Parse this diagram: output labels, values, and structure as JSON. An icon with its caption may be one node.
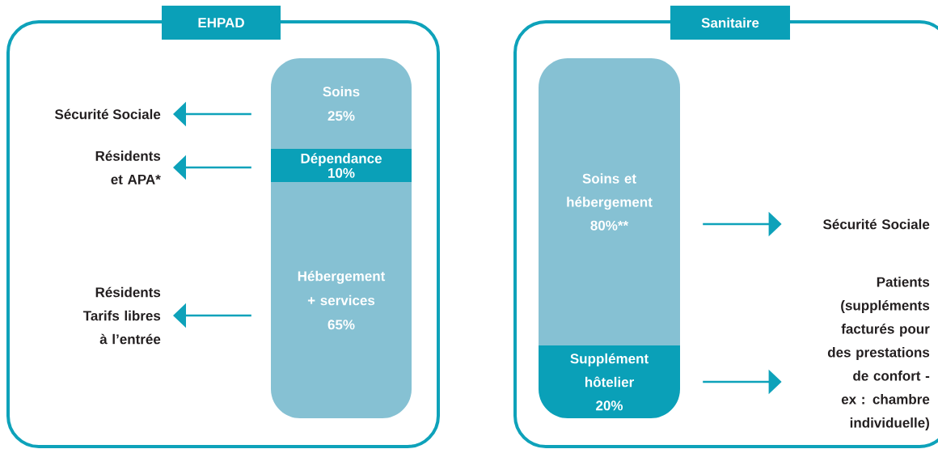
{
  "diagram": {
    "nodes": [
      {
        "text": [
          "EHPAD"
        ]
      },
      {
        "text": [
          "Soins",
          "25%"
        ],
        "in": 0
      },
      {
        "text": [
          "Dépendance",
          "10%"
        ],
        "in": 0
      },
      {
        "text": [
          "Hébergement + services",
          "65%"
        ],
        "in": 0
      },
      {
        "text": [
          "Sécurité Sociale"
        ],
        "in": 0
      },
      {
        "text": [
          "Résidents et APA*"
        ],
        "in": 0
      },
      {
        "text": [
          "Résidents Tarifs libres à l’entrée"
        ],
        "in": 0
      },
      {
        "text": [
          "Sanitaire"
        ]
      },
      {
        "text": [
          "Soins et hébergement",
          "80%**"
        ],
        "in": 7
      },
      {
        "text": [
          "Supplément hôtelier",
          "20%"
        ],
        "in": 7
      },
      {
        "text": [
          "Sécurité Sociale"
        ],
        "in": 7
      },
      {
        "text": [
          "Patients (suppléments facturés pour des prestations de confort - ex : chambre individuelle)"
        ],
        "in": 7
      }
    ],
    "edges": [
      {
        "from": 1,
        "to": 4,
        "arrow": "to"
      },
      {
        "from": 2,
        "to": 5,
        "arrow": "to"
      },
      {
        "from": 3,
        "to": 6,
        "arrow": "to"
      },
      {
        "from": 8,
        "to": 10,
        "arrow": "to"
      },
      {
        "from": 9,
        "to": 11,
        "arrow": "to"
      }
    ]
  }
}
